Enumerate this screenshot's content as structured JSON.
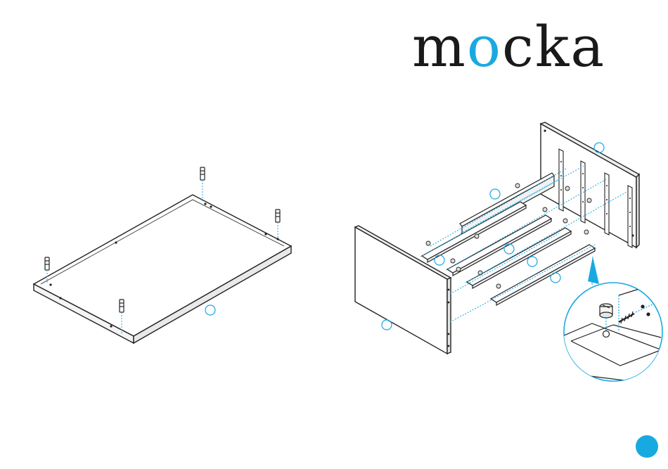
{
  "brand": {
    "name": "mocka",
    "accent_color": "#19a9e1",
    "text_color": "#1a1a1a"
  },
  "diagram": {
    "line_color": "#222222",
    "dash_color": "#19a9e1",
    "callout_color": "#19a9e1",
    "parts": [
      {
        "name": "base-panel-with-dowels"
      },
      {
        "name": "side-panel"
      },
      {
        "name": "end-panel"
      },
      {
        "name": "cross-rail"
      },
      {
        "name": "cam-lock-detail"
      }
    ]
  },
  "page_indicator": {
    "color": "#19a9e1"
  }
}
